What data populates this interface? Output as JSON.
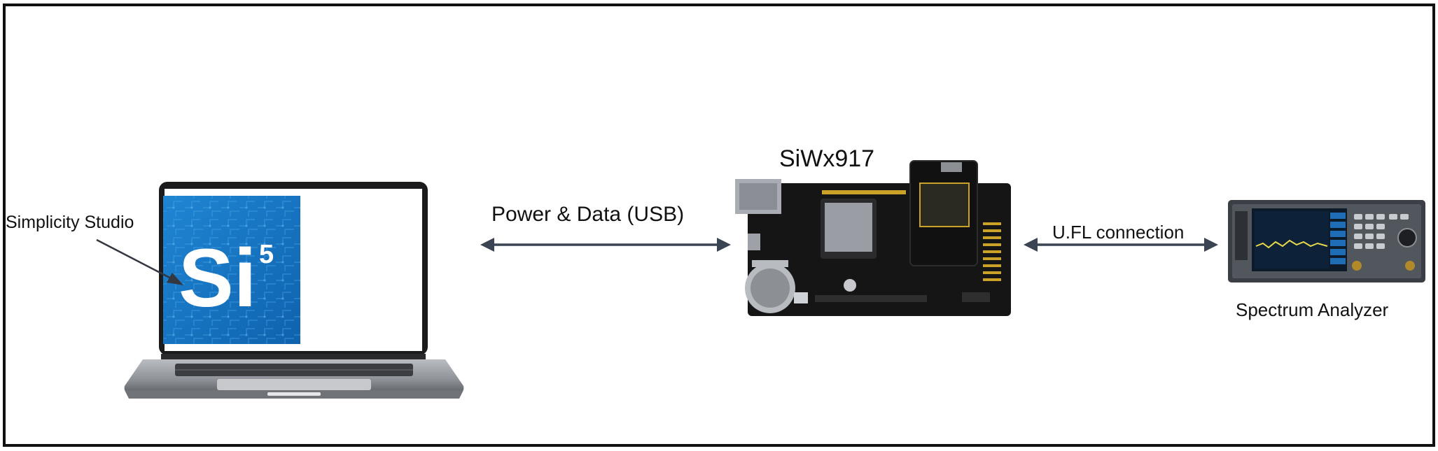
{
  "diagram": {
    "laptop": {
      "annotation": "Simplicity Studio",
      "logo_text": "Si",
      "logo_superscript": "5"
    },
    "board": {
      "title": "SiWx917"
    },
    "links": {
      "usb": "Power & Data (USB)",
      "ufl": "U.FL connection"
    },
    "analyzer": {
      "label": "Spectrum Analyzer"
    },
    "colors": {
      "border": "#111111",
      "arrow": "#3a4452",
      "logo_blue": "#1675c4",
      "board_black": "#151515"
    }
  }
}
